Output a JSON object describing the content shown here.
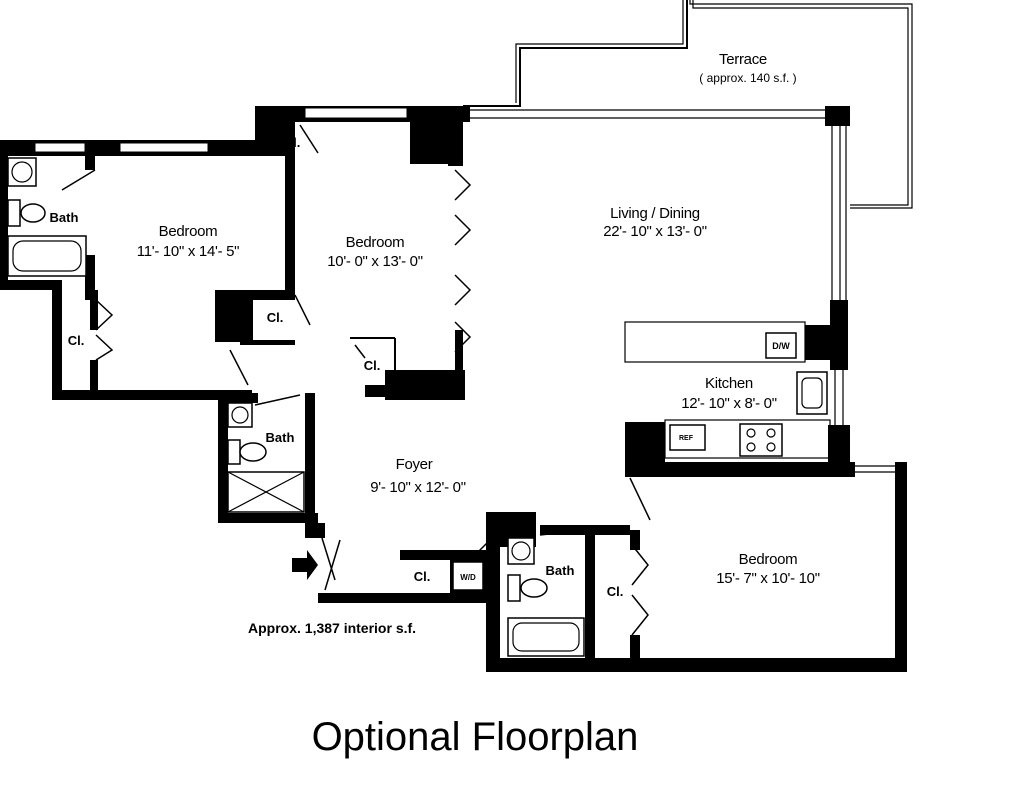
{
  "rooms": {
    "terrace": {
      "name": "Terrace",
      "size": "( approx. 140 s.f. )"
    },
    "living": {
      "name": "Living / Dining",
      "size": "22'- 10\" x 13'- 0\""
    },
    "bedroom_left": {
      "name": "Bedroom",
      "size": "11'- 10\" x 14'- 5\""
    },
    "bedroom_mid": {
      "name": "Bedroom",
      "size": "10'- 0\" x 13'- 0\""
    },
    "kitchen": {
      "name": "Kitchen",
      "size": "12'- 10\" x 8'- 0\""
    },
    "foyer": {
      "name": "Foyer",
      "size": "9'- 10\" x 12'- 0\""
    },
    "bedroom_right": {
      "name": "Bedroom",
      "size": "15'- 7\" x 10'- 10\""
    }
  },
  "labels": {
    "bath_left": "Bath",
    "bath_center": "Bath",
    "bath_right": "Bath",
    "closet_top": "Cl.",
    "closet_left": "Cl.",
    "closet_mid": "Cl.",
    "closet_inner": "Cl.",
    "closet_foyer": "Cl.",
    "closet_right": "Cl.",
    "dw": "D/W",
    "ref": "REF",
    "wd": "W/D"
  },
  "area_note": "Approx. 1,387 interior s.f.",
  "caption": "Optional Floorplan"
}
